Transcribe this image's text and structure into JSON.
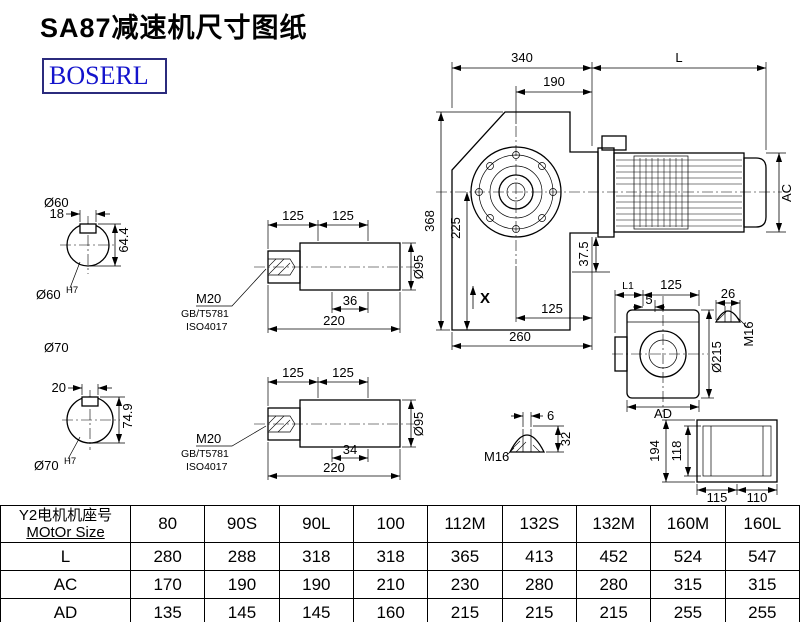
{
  "page": {
    "title": "SA87减速机尺寸图纸",
    "logo": "BOSERL"
  },
  "colors": {
    "logo_text": "#1414cc",
    "logo_border": "#2b2b7d",
    "line": "#000000"
  },
  "main_view": {
    "dim_340": "340",
    "dim_L": "L",
    "dim_190": "190",
    "dim_368": "368",
    "dim_225": "225",
    "dim_37_5": "37.5",
    "dim_125": "125",
    "dim_260": "260",
    "label_X": "X",
    "dim_AC": "AC"
  },
  "shaft60": {
    "label": "Ø60",
    "dim_18": "18",
    "dim_64_4": "64.4",
    "tol_base": "Ø60",
    "tol_sup": "H7"
  },
  "shaft70": {
    "label": "Ø70",
    "dim_20": "20",
    "dim_74_9": "74.9",
    "tol_base": "Ø70",
    "tol_sup": "H7"
  },
  "shaft_view1": {
    "dim_125a": "125",
    "dim_125b": "125",
    "thread": "M20",
    "std1": "GB/T5781",
    "std2": "ISO4017",
    "dim_len": "36",
    "dim_220": "220",
    "dia": "Ø95"
  },
  "shaft_view2": {
    "dim_125a": "125",
    "dim_125b": "125",
    "thread": "M20",
    "std1": "GB/T5781",
    "std2": "ISO4017",
    "dim_len": "34",
    "dim_220": "220",
    "dia": "Ø95"
  },
  "side_view": {
    "dim_L1": "L1",
    "dim_125": "125",
    "dim_5": "5",
    "dim_26": "26",
    "thread": "M16",
    "dia_215": "Ø215",
    "dim_AD": "AD"
  },
  "eyebolt_view": {
    "dim_6": "6",
    "dim_32": "32",
    "thread": "M16"
  },
  "back_view": {
    "dim_194": "194",
    "dim_118": "118",
    "dim_115": "115",
    "dim_110": "110"
  },
  "table": {
    "header_cn": "Y2电机机座号",
    "header_en": "MOtOr Size",
    "columns": [
      "80",
      "90S",
      "90L",
      "100",
      "112M",
      "132S",
      "132M",
      "160M",
      "160L"
    ],
    "rows": [
      {
        "label": "L",
        "values": [
          "280",
          "288",
          "318",
          "318",
          "365",
          "413",
          "452",
          "524",
          "547"
        ]
      },
      {
        "label": "AC",
        "values": [
          "170",
          "190",
          "190",
          "210",
          "230",
          "280",
          "280",
          "315",
          "315"
        ]
      },
      {
        "label": "AD",
        "values": [
          "135",
          "145",
          "145",
          "160",
          "215",
          "215",
          "215",
          "255",
          "255"
        ]
      }
    ]
  }
}
